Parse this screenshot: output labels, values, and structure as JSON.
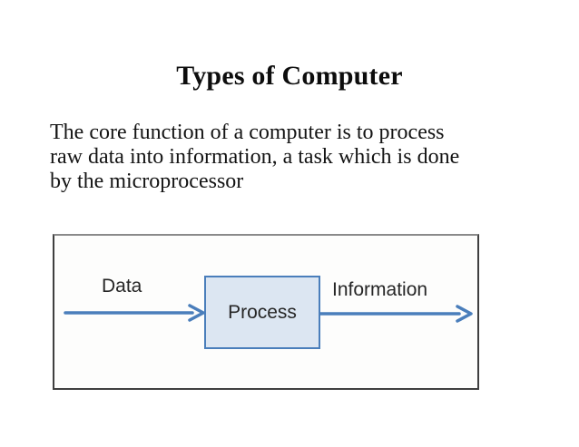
{
  "slide": {
    "title": "Types of Computer",
    "body_lines": [
      "The core function of a computer is to process",
      "raw data into information, a task which is done",
      "by the microprocessor"
    ]
  },
  "diagram": {
    "input_label": "Data",
    "process_label": "Process",
    "output_label": "Information",
    "colors": {
      "arrow_blue": "#4a7ebb",
      "process_box_fill": "#dce6f2",
      "process_box_border": "#4a7ebb",
      "frame_border": "#3f3f3f",
      "label_text": "#262626",
      "body_text": "#141414"
    }
  }
}
